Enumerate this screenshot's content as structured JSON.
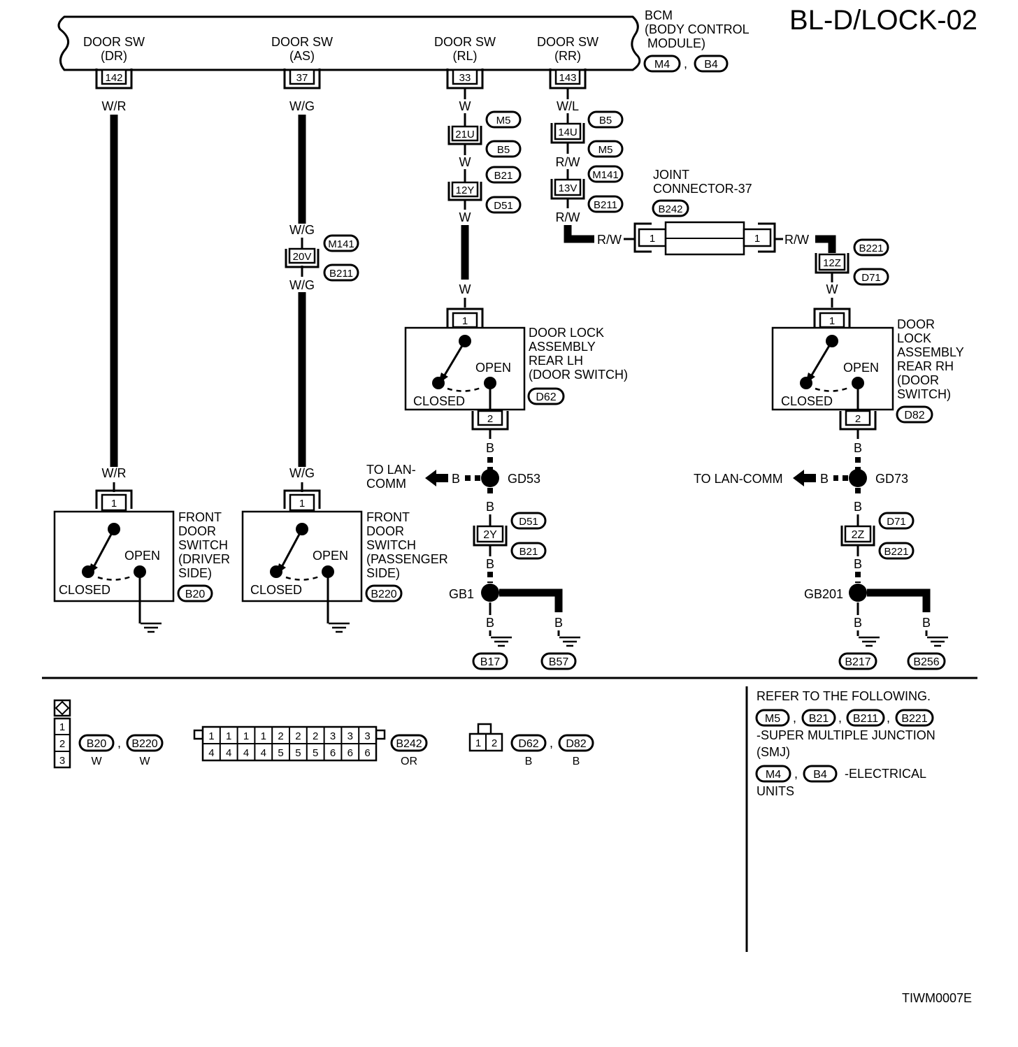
{
  "diagram_id": "BL-D/LOCK-02",
  "figure_code": "TIWM0007E",
  "bcm": {
    "line1": "BCM",
    "line2": "(BODY CONTROL",
    "line3": "MODULE)",
    "connectors": [
      "M4",
      "B4"
    ],
    "ports": [
      {
        "label1": "DOOR SW",
        "label2": "(DR)",
        "pin": "142"
      },
      {
        "label1": "DOOR SW",
        "label2": "(AS)",
        "pin": "37"
      },
      {
        "label1": "DOOR SW",
        "label2": "(RL)",
        "pin": "33"
      },
      {
        "label1": "DOOR SW",
        "label2": "(RR)",
        "pin": "143"
      }
    ]
  },
  "wires": {
    "dr_top": "W/R",
    "dr_bottom": "W/R",
    "as_top": "W/G",
    "as_mid_upper": "W/G",
    "as_mid_lower": "W/G",
    "as_bottom": "W/G",
    "rl_1": "W",
    "rl_2": "W",
    "rl_3": "W",
    "rl_4": "W",
    "rr_1": "W/L",
    "rr_2": "R/W",
    "rr_3": "R/W",
    "rr_h1": "R/W",
    "rr_h2": "R/W",
    "rr_4": "W",
    "ground": "B"
  },
  "inline_connectors": {
    "c21u": {
      "pin": "21U",
      "top": "M5",
      "bottom": "B5"
    },
    "c12y": {
      "pin": "12Y",
      "top": "B21",
      "bottom": "D51"
    },
    "c14u": {
      "pin": "14U",
      "top": "B5",
      "bottom": "M5"
    },
    "c13v": {
      "pin": "13V",
      "top": "M141",
      "bottom": "B211"
    },
    "c20v": {
      "pin": "20V",
      "top": "M141",
      "bottom": "B211"
    },
    "c12z": {
      "pin": "12Z",
      "top": "B221",
      "bottom": "D71"
    },
    "c2y": {
      "pin": "2Y",
      "top": "D51",
      "bottom": "B21"
    },
    "c2z": {
      "pin": "2Z",
      "top": "D71",
      "bottom": "B221"
    }
  },
  "joint_connector": {
    "line1": "JOINT",
    "line2": "CONNECTOR-37",
    "connector": "B242",
    "pin_left": "1",
    "pin_right": "1"
  },
  "front_driver": {
    "pin": "1",
    "lines": [
      "FRONT",
      "DOOR",
      "SWITCH",
      "(DRIVER",
      " SIDE)"
    ],
    "connector": "B20",
    "open": "OPEN",
    "closed": "CLOSED"
  },
  "front_passenger": {
    "pin": "1",
    "lines": [
      "FRONT",
      "DOOR",
      "SWITCH",
      "(PASSENGER",
      " SIDE)"
    ],
    "connector": "B220",
    "open": "OPEN",
    "closed": "CLOSED"
  },
  "rear_lh": {
    "pin_top": "1",
    "pin_bottom": "2",
    "lines": [
      "DOOR LOCK",
      "ASSEMBLY",
      "REAR LH",
      "(DOOR SWITCH)"
    ],
    "connector": "D62",
    "open": "OPEN",
    "closed": "CLOSED"
  },
  "rear_rh": {
    "pin_top": "1",
    "pin_bottom": "2",
    "lines": [
      "DOOR",
      "LOCK",
      "ASSEMBLY",
      "REAR RH",
      "(DOOR",
      " SWITCH)"
    ],
    "connector": "D82",
    "open": "OPEN",
    "closed": "CLOSED"
  },
  "splices": {
    "gd53": "GD53",
    "gd73": "GD73",
    "gb1": "GB1",
    "gb201": "GB201",
    "lan_left_1": "TO LAN-",
    "lan_left_2": "COMM",
    "lan_right": "TO LAN-COMM"
  },
  "grounds": [
    "B17",
    "B57",
    "B217",
    "B256"
  ],
  "legend": {
    "col1_pins": [
      "1",
      "2",
      "3"
    ],
    "col1_connectors": [
      {
        "name": "B20",
        "color": "W"
      },
      {
        "name": "B220",
        "color": "W"
      }
    ],
    "b242_top": [
      "1",
      "1",
      "1",
      "1",
      "2",
      "2",
      "2",
      "3",
      "3",
      "3"
    ],
    "b242_bottom": [
      "4",
      "4",
      "4",
      "4",
      "5",
      "5",
      "5",
      "6",
      "6",
      "6"
    ],
    "b242": {
      "name": "B242",
      "color": "OR"
    },
    "d_pins": [
      "1",
      "2"
    ],
    "d_connectors": [
      {
        "name": "D62",
        "color": "B"
      },
      {
        "name": "D82",
        "color": "B"
      }
    ],
    "comma": ","
  },
  "refer": {
    "title": "REFER TO THE FOLLOWING.",
    "smj_connectors": [
      "M5",
      "B21",
      "B211",
      "B221"
    ],
    "smj_line1": "-SUPER MULTIPLE JUNCTION",
    "smj_line2": "(SMJ)",
    "eu_connectors": [
      "M4",
      "B4"
    ],
    "eu_line1": "-ELECTRICAL",
    "eu_line2": "UNITS"
  }
}
